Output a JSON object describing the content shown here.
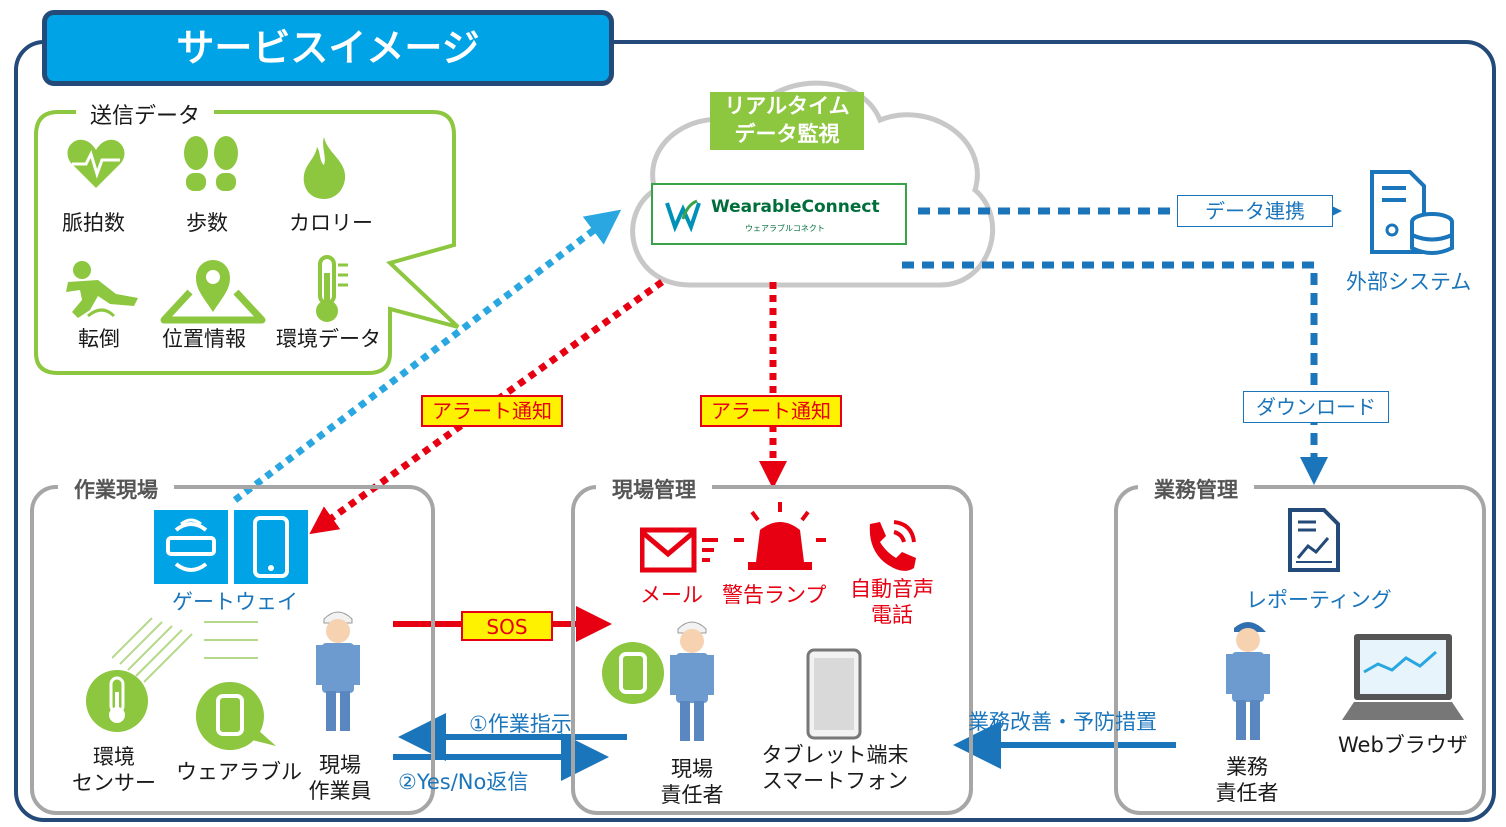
{
  "title": "サービスイメージ",
  "send_data": {
    "title": "送信データ",
    "items": [
      "脈拍数",
      "歩数",
      "カロリー",
      "転倒",
      "位置情報",
      "環境データ"
    ]
  },
  "cloud": {
    "label_line1": "リアルタイム",
    "label_line2": "データ監視",
    "logo_text": "WearableConnect",
    "logo_sub": "ウェアラブルコネクト"
  },
  "links": {
    "data_link": "データ連携",
    "download": "ダウンロード",
    "alert_left": "アラート通知",
    "alert_center": "アラート通知",
    "sos": "SOS",
    "instruction": "①作業指示",
    "reply": "②Yes/No返信",
    "improvement": "業務改善・予防措置"
  },
  "external": {
    "label": "外部システム"
  },
  "site": {
    "title": "作業現場",
    "gateway": "ゲートウェイ",
    "env_sensor_line1": "環境",
    "env_sensor_line2": "センサー",
    "wearable": "ウェアラブル",
    "worker_line1": "現場",
    "worker_line2": "作業員"
  },
  "field_mgmt": {
    "title": "現場管理",
    "mail": "メール",
    "lamp": "警告ランプ",
    "voice_line1": "自動音声",
    "voice_line2": "電話",
    "manager_line1": "現場",
    "manager_line2": "責任者",
    "device_line1": "タブレット端末",
    "device_line2": "スマートフォン"
  },
  "biz_mgmt": {
    "title": "業務管理",
    "reporting": "レポーティング",
    "browser": "Webブラウザ",
    "manager_line1": "業務",
    "manager_line2": "責任者"
  },
  "colors": {
    "navy": "#234a78",
    "blue": "#1b75bb",
    "sky": "#00a3e5",
    "green": "#8dc63f",
    "red": "#e60012",
    "yellow": "#fff200"
  }
}
